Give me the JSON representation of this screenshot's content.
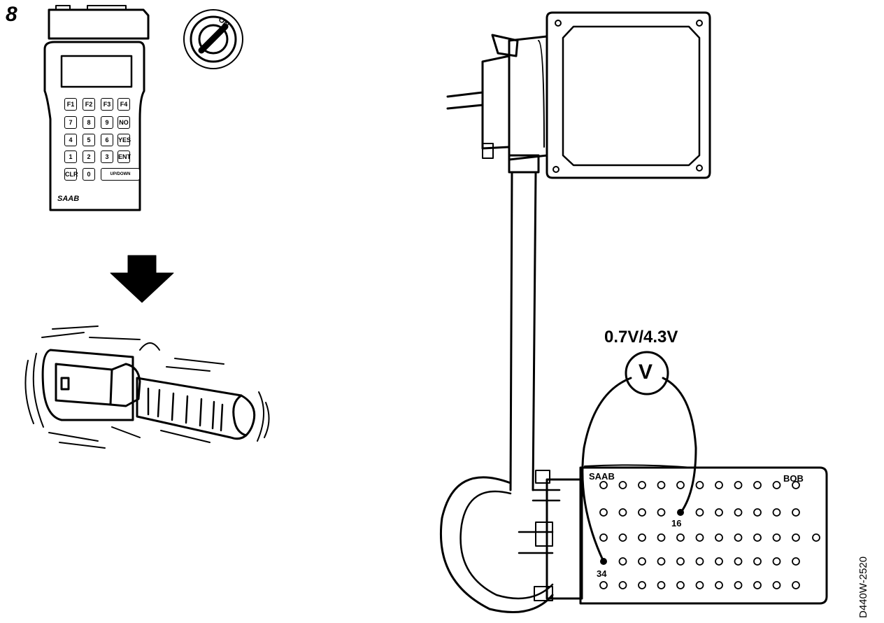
{
  "figure": {
    "step_number": "8",
    "reference_code": "D440W-2520"
  },
  "diag_tool": {
    "brand": "SAAB",
    "keys": [
      "F1",
      "F2",
      "F3",
      "F4",
      "7",
      "8",
      "9",
      "NO",
      "4",
      "5",
      "6",
      "YES",
      "1",
      "2",
      "3",
      "ENT",
      "CLR",
      "0",
      "UP/DOWN"
    ]
  },
  "ignition_key": {
    "label": "ON"
  },
  "voltmeter": {
    "reading": "0.7V/4.3V",
    "symbol": "V"
  },
  "breakout_box": {
    "left_label": "SAAB",
    "right_label": "BOB",
    "probe_pins": [
      "16",
      "34"
    ]
  },
  "colors": {
    "ink": "#000000",
    "paper": "#ffffff"
  }
}
